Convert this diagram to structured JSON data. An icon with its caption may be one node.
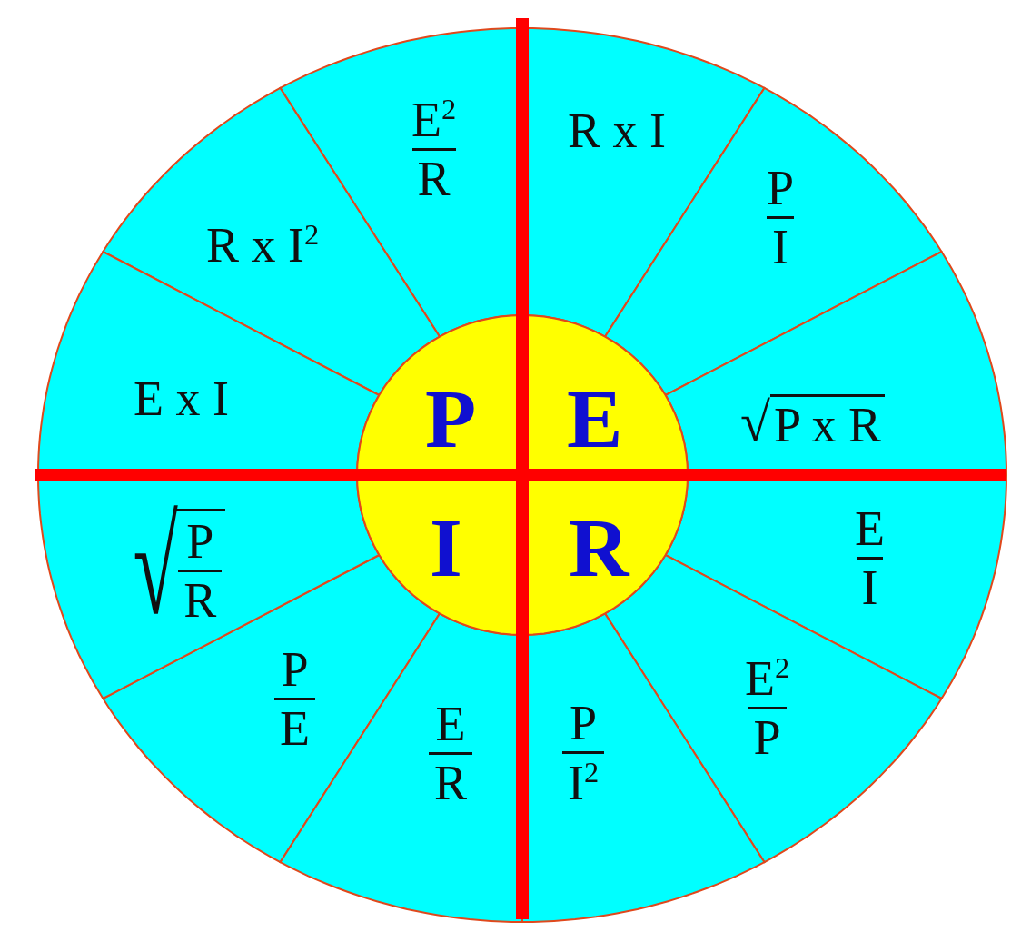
{
  "diagram": {
    "nodes": [
      {
        "text": [
          "P"
        ]
      },
      {
        "text": [
          "E"
        ]
      },
      {
        "text": [
          "I"
        ]
      },
      {
        "text": [
          "R"
        ]
      },
      {
        "text": [
          "E$^{2}$",
          "R"
        ]
      },
      {
        "text": [
          "R x I"
        ]
      },
      {
        "text": [
          "R x I$^{2}$"
        ]
      },
      {
        "text": [
          "P",
          "I"
        ]
      },
      {
        "text": [
          "E x I"
        ]
      },
      {
        "text": [
          "√",
          "P x R"
        ]
      },
      {
        "text": [
          "√",
          "P",
          "R"
        ]
      },
      {
        "text": [
          "E",
          "I"
        ]
      },
      {
        "text": [
          "P",
          "E"
        ]
      },
      {
        "text": [
          "E$^{2}$",
          "P"
        ]
      },
      {
        "text": [
          "E",
          "R"
        ]
      },
      {
        "text": [
          "P",
          "I$^{2}$"
        ]
      }
    ]
  }
}
